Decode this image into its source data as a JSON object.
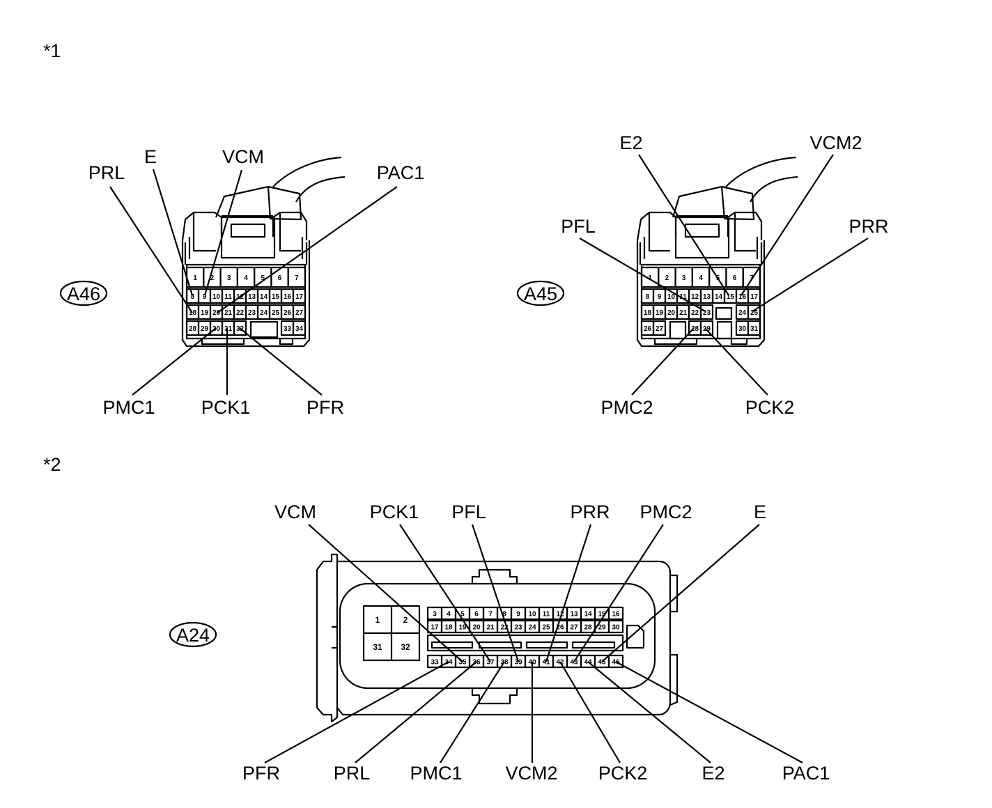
{
  "sections": {
    "s1": "*1",
    "s2": "*2"
  },
  "connectors": {
    "a46": {
      "id": "A46",
      "rows": [
        [
          "1",
          "2",
          "3",
          "4",
          "5",
          "6",
          "7"
        ],
        [
          "8",
          "9",
          "10",
          "11",
          "12",
          "13",
          "14",
          "15",
          "16",
          "17"
        ],
        [
          "18",
          "19",
          "20",
          "21",
          "22",
          "23",
          "24",
          "25",
          "26",
          "27"
        ],
        [
          "28",
          "29",
          "30",
          "31",
          "32",
          "33",
          "34"
        ]
      ],
      "labels": {
        "prl": "PRL",
        "e": "E",
        "vcm": "VCM",
        "pac1": "PAC1",
        "pmc1": "PMC1",
        "pck1": "PCK1",
        "pfr": "PFR"
      }
    },
    "a45": {
      "id": "A45",
      "rows": [
        [
          "1",
          "2",
          "3",
          "4",
          "5",
          "6",
          "7"
        ],
        [
          "8",
          "9",
          "10",
          "11",
          "12",
          "13",
          "14",
          "15",
          "16",
          "17"
        ],
        [
          "18",
          "19",
          "20",
          "21",
          "22",
          "23",
          "24",
          "25"
        ],
        [
          "26",
          "27",
          "28",
          "29",
          "30",
          "31"
        ]
      ],
      "labels": {
        "e2": "E2",
        "vcm2": "VCM2",
        "pfl": "PFL",
        "prr": "PRR",
        "pmc2": "PMC2",
        "pck2": "PCK2"
      }
    },
    "a24": {
      "id": "A24",
      "rows": [
        [
          "1",
          "2",
          "31",
          "32"
        ],
        [
          "3",
          "4",
          "5",
          "6",
          "7",
          "8",
          "9",
          "10",
          "11",
          "12",
          "13",
          "14",
          "15",
          "16"
        ],
        [
          "17",
          "18",
          "19",
          "20",
          "21",
          "22",
          "23",
          "24",
          "25",
          "26",
          "27",
          "28",
          "29",
          "30"
        ],
        [
          "33",
          "34",
          "35",
          "36",
          "37",
          "38",
          "39",
          "40",
          "41",
          "42",
          "43",
          "44",
          "45",
          "46"
        ]
      ],
      "labels_top": {
        "vcm": "VCM",
        "pck1": "PCK1",
        "pfl": "PFL",
        "prr": "PRR",
        "pmc2": "PMC2",
        "e": "E"
      },
      "labels_bottom": {
        "pfr": "PFR",
        "prl": "PRL",
        "pmc1": "PMC1",
        "vcm2": "VCM2",
        "pck2": "PCK2",
        "e2": "E2",
        "pac1": "PAC1"
      }
    }
  }
}
